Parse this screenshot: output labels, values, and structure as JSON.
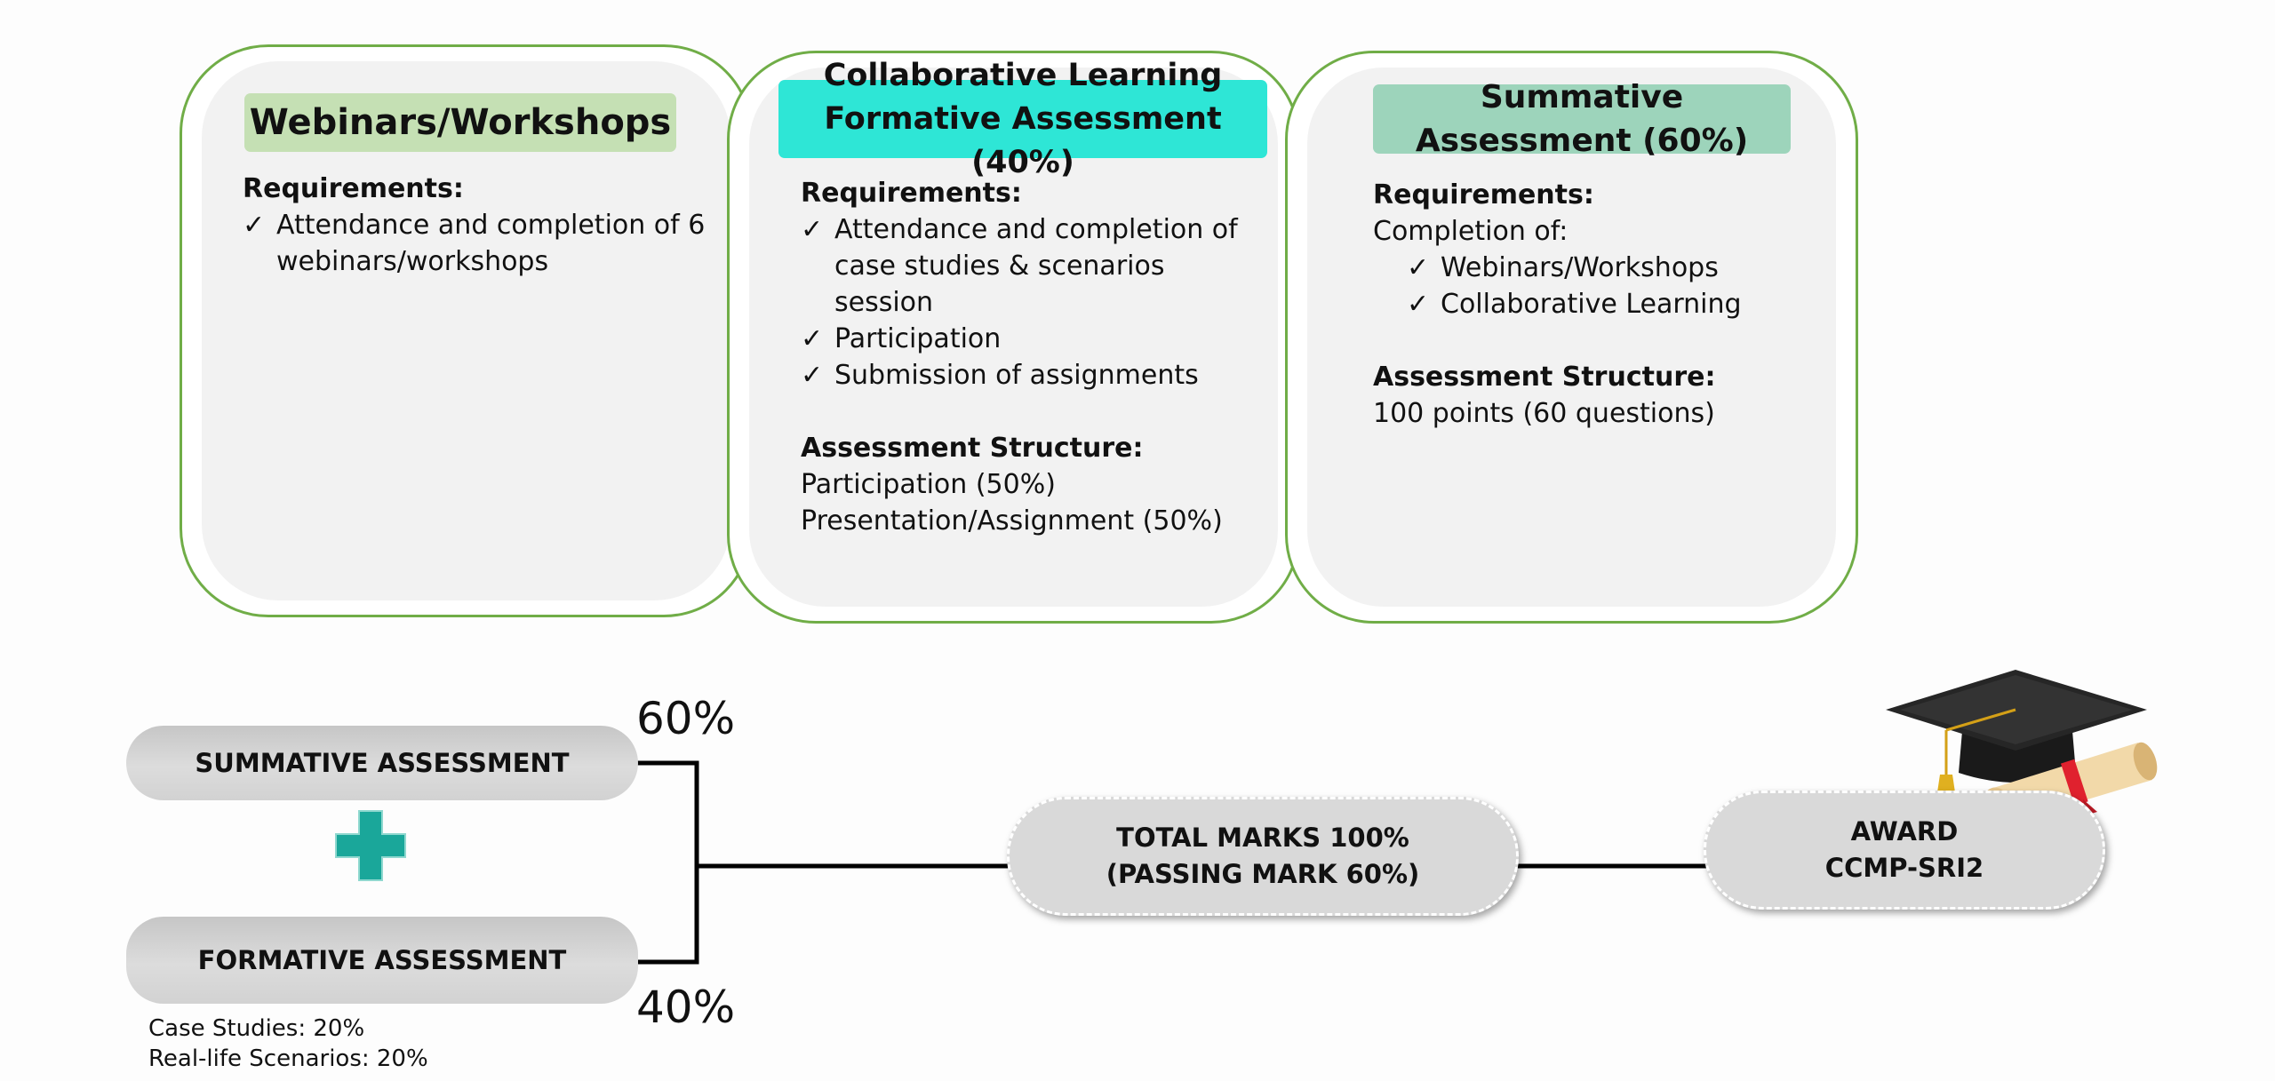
{
  "cards": [
    {
      "title": "Webinars/Workshops",
      "requirements_label": "Requirements:",
      "checks": [
        "Attendance and completion of 6 webinars/workshops"
      ]
    },
    {
      "title_line1": "Collaborative Learning",
      "title_line2": "Formative Assessment (40%)",
      "requirements_label": "Requirements:",
      "check1_line1": "Attendance and completion of",
      "check1_line2": "case studies & scenarios",
      "check1_line3": "session",
      "check2": "Participation",
      "check3": "Submission of assignments",
      "structure_label": "Assessment Structure:",
      "structure_lines": [
        "Participation (50%)",
        "Presentation/Assignment (50%)"
      ]
    },
    {
      "title_line1": "Summative",
      "title_line2": "Assessment (60%)",
      "requirements_label": "Requirements:",
      "completion_label": "Completion of:",
      "checks": [
        "Webinars/Workshops",
        "Collaborative Learning"
      ],
      "structure_label": "Assessment Structure:",
      "structure_lines": [
        "100 points (60 questions)"
      ]
    }
  ],
  "flow": {
    "summative_label": "SUMMATIVE ASSESSMENT",
    "formative_label": "FORMATIVE ASSESSMENT",
    "summative_pct": "60%",
    "formative_pct": "40%",
    "notes": [
      "Case Studies: 20%",
      "Real-life Scenarios: 20%"
    ],
    "total_line1": "TOTAL MARKS 100%",
    "total_line2": "(PASSING MARK 60%)",
    "award_line1": "AWARD",
    "award_line2": "CCMP-SRI2"
  },
  "colors": {
    "card_border": "#70ad47",
    "card_fill": "#f2f2f2",
    "webinar_title_bg": "#c5e0b4",
    "collab_title_bg": "#2ee6d6",
    "summative_title_bg": "#9dd4bb",
    "plus_sign": "#1aa79a",
    "connector": "#000000"
  },
  "icons": [
    "check-icon",
    "plus-icon",
    "graduation-cap-icon",
    "diploma-scroll-icon"
  ]
}
